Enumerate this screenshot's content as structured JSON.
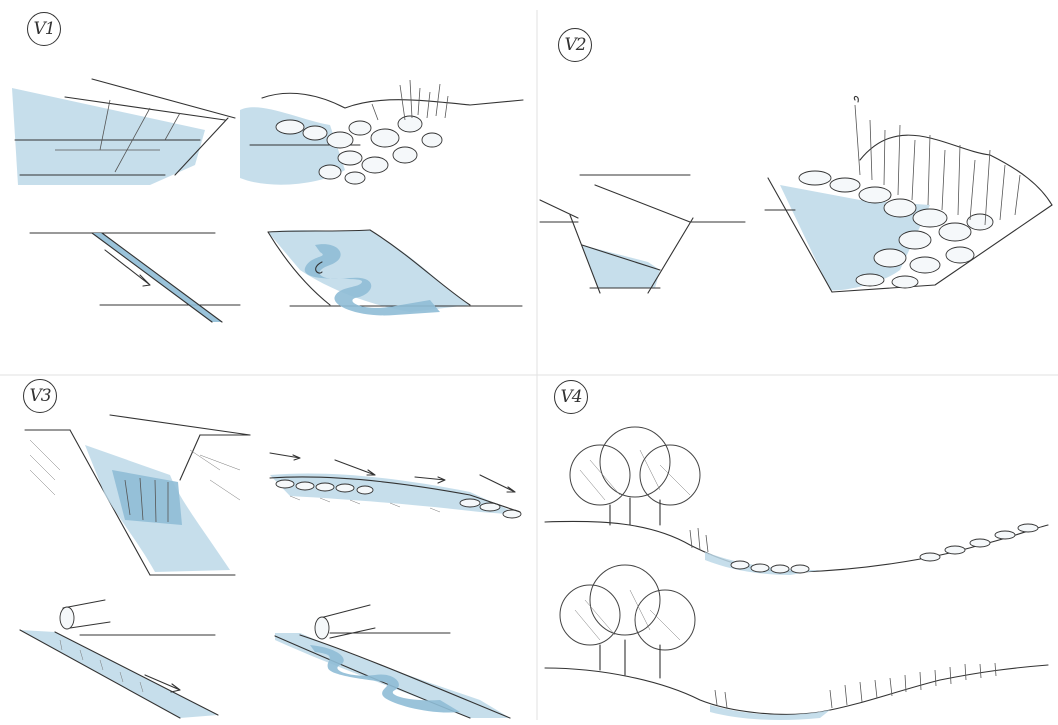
{
  "panels": [
    {
      "label": "V1"
    },
    {
      "label": "V2"
    },
    {
      "label": "V3"
    },
    {
      "label": "V4"
    }
  ],
  "colors": {
    "water": "#bcd8e8",
    "water_dark": "#8fbdd6",
    "ink": "#333333",
    "divider": "#e2e2e2"
  }
}
